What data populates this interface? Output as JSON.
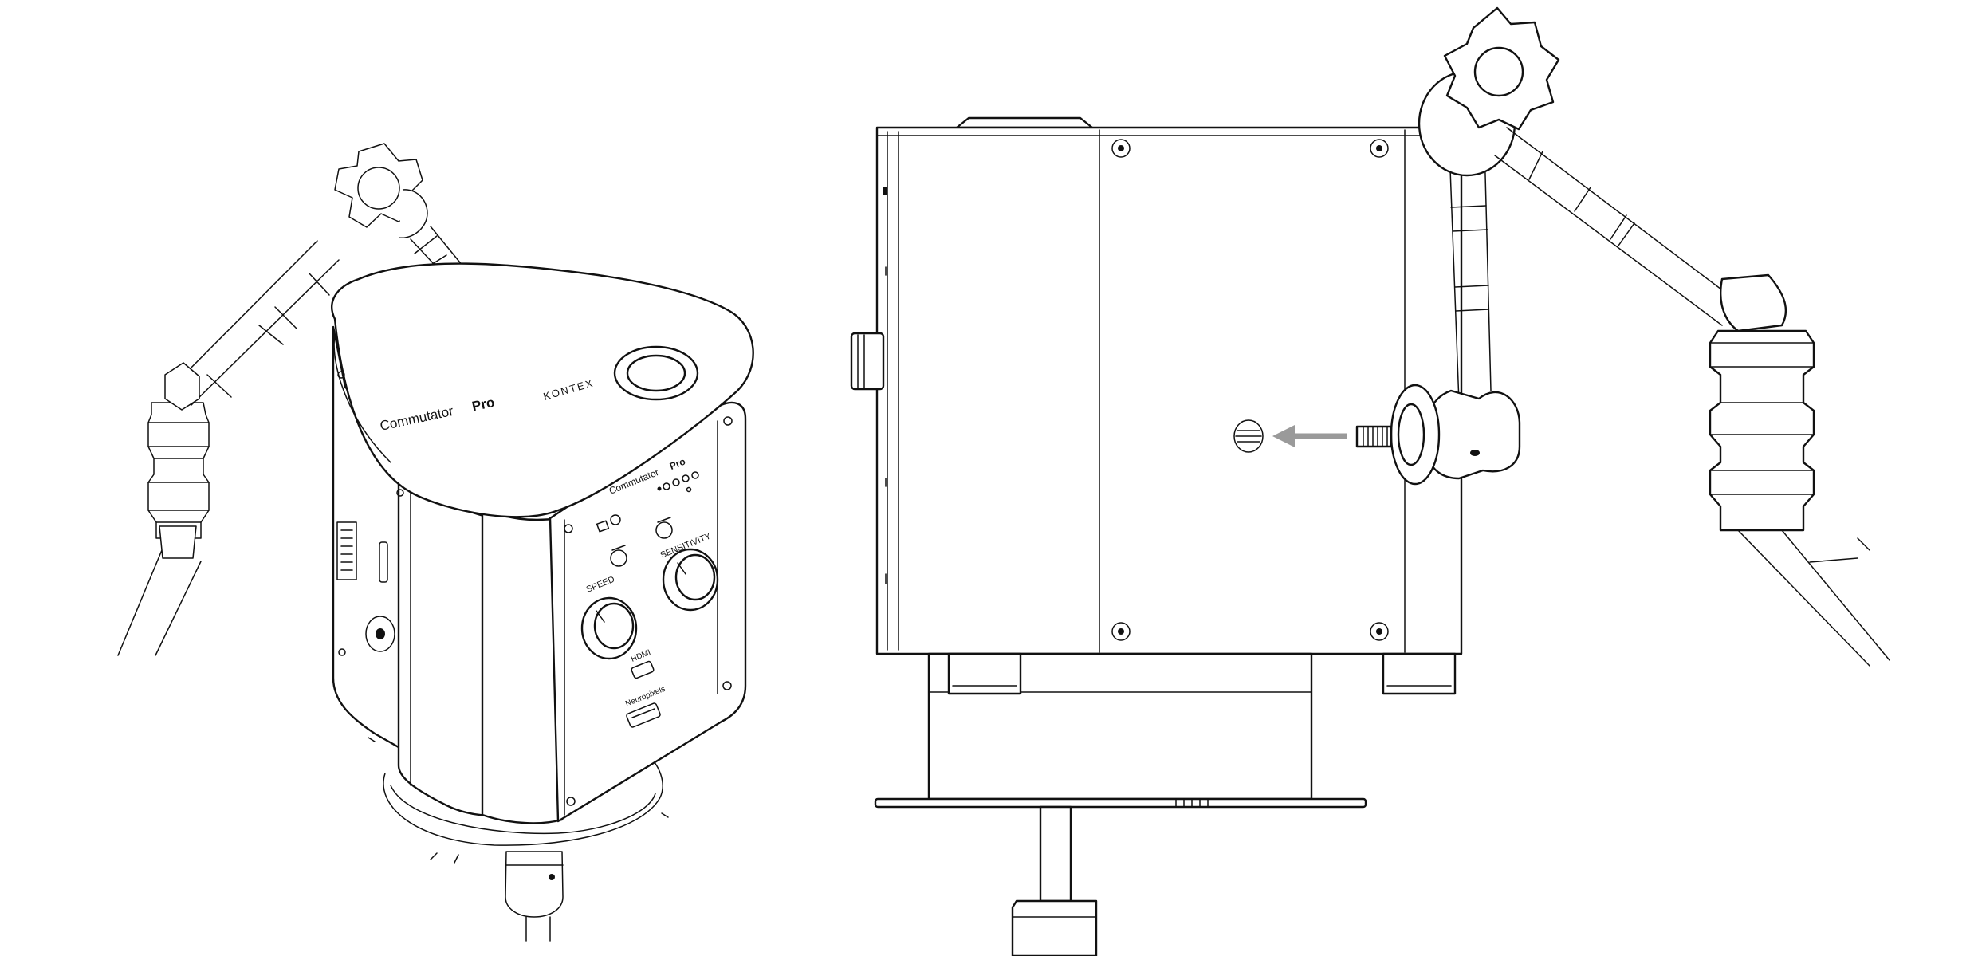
{
  "figure": {
    "left_view": {
      "top_brand": "Commutator",
      "top_brand_bold": "Pro",
      "maker": "KONTEX",
      "panel_brand": "Commutator",
      "panel_brand_bold": "Pro",
      "sensitivity_label": "SENSITIVITY",
      "speed_label": "SPEED",
      "hdmi_label": "HDMI",
      "neuropixels_label": "Neuropixels"
    },
    "right_view": {
      "arrow_color": "#9a9a9a"
    }
  }
}
